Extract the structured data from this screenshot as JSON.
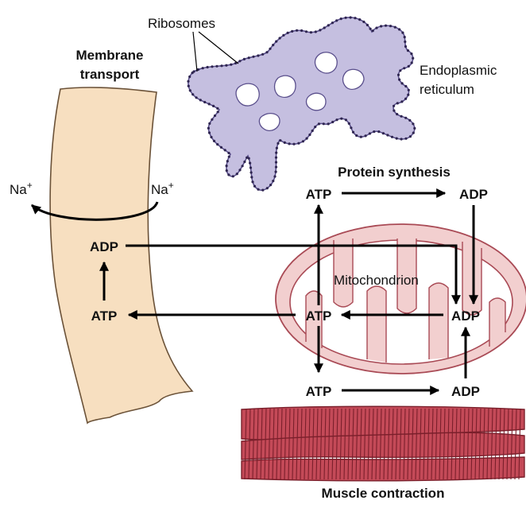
{
  "labels": {
    "ribosomes": "Ribosomes",
    "endoplasmic_1": "Endoplasmic",
    "endoplasmic_2": "reticulum",
    "membrane_1": "Membrane",
    "membrane_2": "transport",
    "na_left": "Na",
    "na_right": "Na",
    "plus": "+",
    "protein_synthesis": "Protein synthesis",
    "mitochondrion": "Mitochondrion",
    "muscle_contraction": "Muscle contraction",
    "atp_protein": "ATP",
    "adp_protein": "ADP",
    "adp_membrane": "ADP",
    "atp_membrane": "ATP",
    "atp_mito": "ATP",
    "adp_mito": "ADP",
    "atp_muscle": "ATP",
    "adp_muscle": "ADP"
  },
  "colors": {
    "membrane_fill": "#f7dfc0",
    "membrane_stroke": "#6b5238",
    "er_fill": "#c5bfe0",
    "er_stroke": "#5a4f8c",
    "ribosome_dot": "#2e2550",
    "mito_fill": "#f2cfcf",
    "mito_stroke": "#a94a55",
    "muscle_fill": "#c44a58",
    "muscle_stripe": "#7a1f2b",
    "arrow": "#000000"
  }
}
